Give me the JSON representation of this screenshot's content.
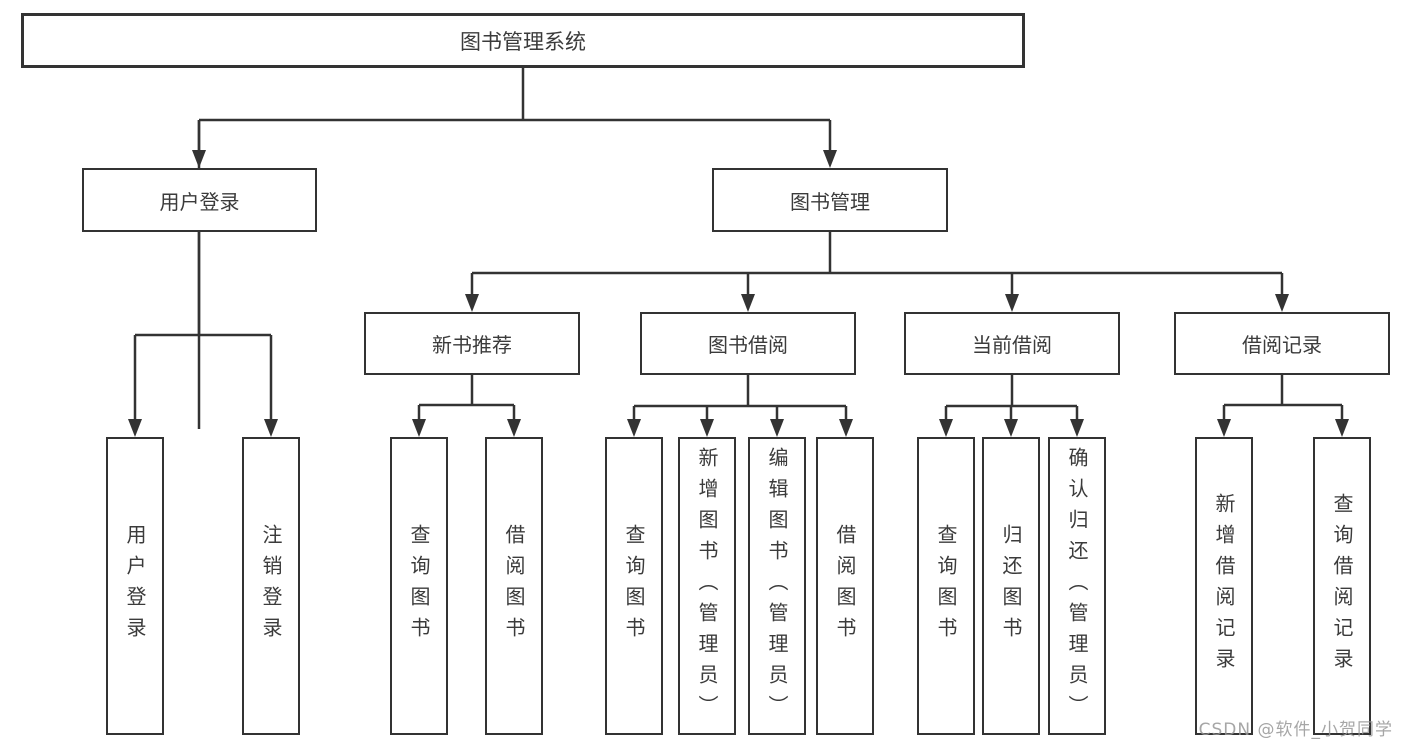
{
  "diagram_type": "hierarchy",
  "tree": {
    "label": "图书管理系统",
    "children": [
      {
        "label": "用户登录",
        "children": [
          {
            "label": "用户登录"
          },
          {
            "label": "注销登录"
          }
        ]
      },
      {
        "label": "图书管理",
        "children": [
          {
            "label": "新书推荐",
            "children": [
              {
                "label": "查询图书"
              },
              {
                "label": "借阅图书"
              }
            ]
          },
          {
            "label": "图书借阅",
            "children": [
              {
                "label": "查询图书"
              },
              {
                "label": "新增图书（管理员）"
              },
              {
                "label": "编辑图书（管理员）"
              },
              {
                "label": "借阅图书"
              }
            ]
          },
          {
            "label": "当前借阅",
            "children": [
              {
                "label": "查询图书"
              },
              {
                "label": "归还图书"
              },
              {
                "label": "确认归还（管理员）"
              }
            ]
          },
          {
            "label": "借阅记录",
            "children": [
              {
                "label": "新增借阅记录"
              },
              {
                "label": "查询借阅记录"
              }
            ]
          }
        ]
      }
    ]
  },
  "colors": {
    "line": "#333333",
    "text": "#3b3b3b",
    "background": "#ffffff",
    "watermark": "#969696"
  },
  "watermark": {
    "text": "CSDN @软件_小贺同学"
  }
}
